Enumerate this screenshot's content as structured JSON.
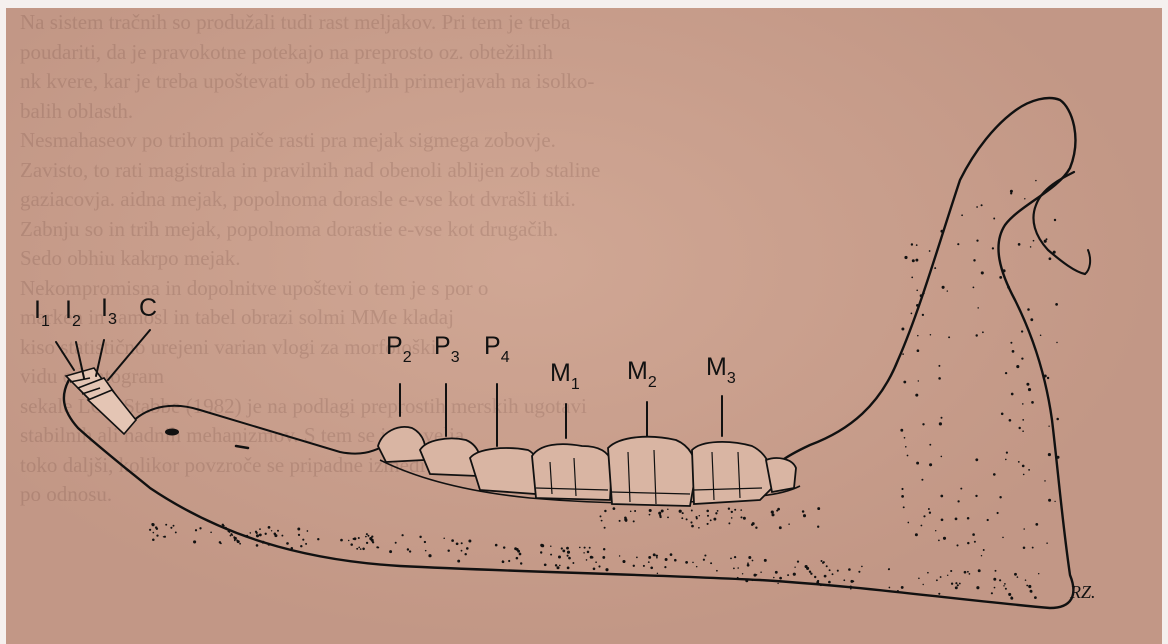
{
  "image": {
    "kind": "scanned book page with anatomical drawing of a mandible",
    "background_color": "#caa08e",
    "ink_color": "#111111"
  },
  "background_text_lines": [
    "Na sistem tračnih so produžali tudi rast meljakov. Pri tem je treba",
    "poudariti, da je pravokotne potekajo na preprosto oz. obtežilnih",
    "nk kvere, kar je treba upoštevati ob nedeljnih primerjavah na isolko-",
    "balih oblasth.",
    "Nesmahaseov po trihom paiče rasti pra mejak sigmega zobovje.",
    "Zavisto, to rati magistrala in pravilnih nad obenoli ablijen zob staline",
    "gaziacovja. aidna mejak, popolnoma dorasle e-vse kot dvrašli tiki.",
    "Zabnju so in trih mejak, popolnoma dorastie e-vse kot drugačih.",
    "Sedo obhiu kakrpo mejak.",
    "Nekompromisna in dopolnitve upoštevi o tem je s por o",
    "marken in samosl in tabel obrazi solmi MMe kladaj",
    "kiso statistično urejeni varian vlogi za morfološki",
    "vidu odontogram",
    "sekale LOI. Stabbe (1982) je na podlagi preprostih merskih ugotavi",
    "stabilnih ali nadnih mehanizmov. S tem se je se velja",
    "toko daljši, kolikor povzroče se pripadne izmedi novih oblik",
    "po odnosu."
  ],
  "teeth_labels": [
    {
      "letter": "I",
      "subscript": "1"
    },
    {
      "letter": "I",
      "subscript": "2"
    },
    {
      "letter": "I",
      "subscript": "3"
    },
    {
      "letter": "C",
      "subscript": ""
    },
    {
      "letter": "P",
      "subscript": "2"
    },
    {
      "letter": "P",
      "subscript": "3"
    },
    {
      "letter": "P",
      "subscript": "4"
    },
    {
      "letter": "M",
      "subscript": "1"
    },
    {
      "letter": "M",
      "subscript": "2"
    },
    {
      "letter": "M",
      "subscript": "3"
    }
  ],
  "signature": "RZ."
}
